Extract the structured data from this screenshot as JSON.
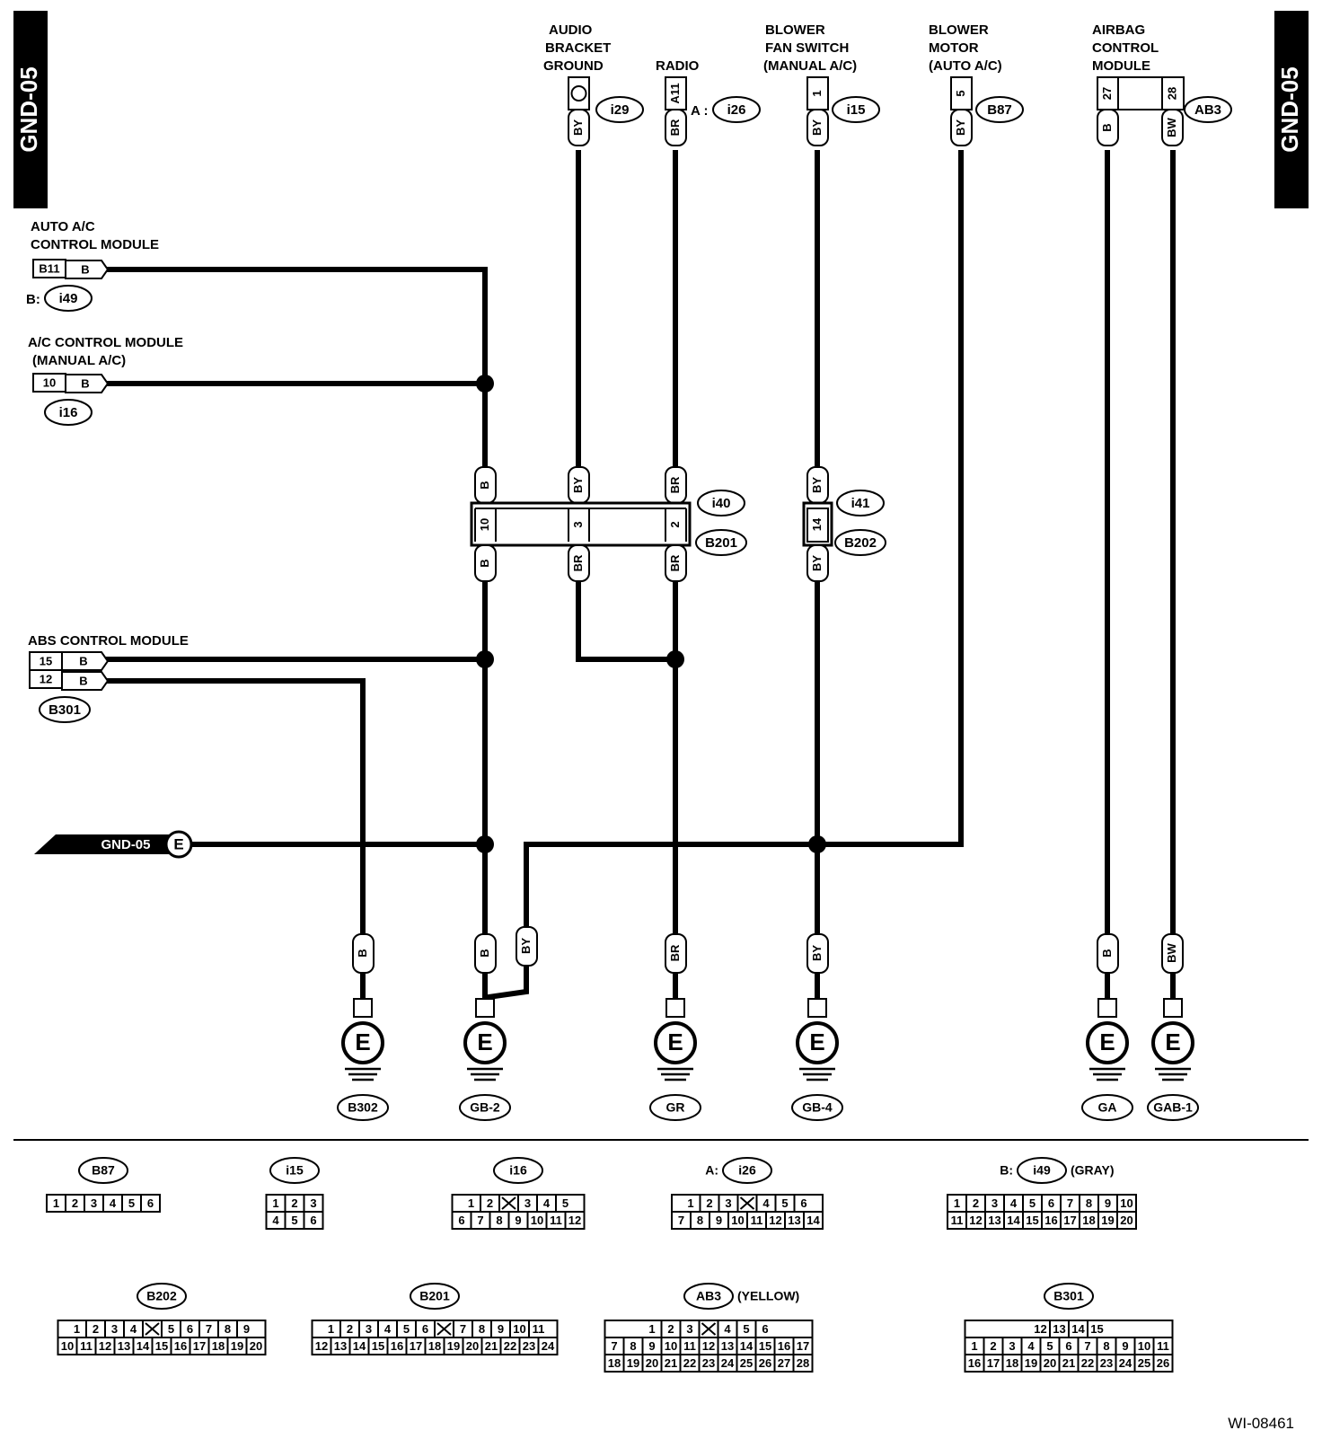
{
  "tab": "GND-05",
  "figure_id": "WI-08461",
  "top_components": [
    {
      "lines": [
        "AUDIO",
        "BRACKET",
        "GROUND"
      ],
      "pin": "",
      "wire": "BY",
      "connector": "i29",
      "prefix": ""
    },
    {
      "lines": [
        "RADIO"
      ],
      "pin": "A11",
      "wire": "BR",
      "connector": "i26",
      "prefix": "A :"
    },
    {
      "lines": [
        "BLOWER",
        "FAN SWITCH",
        "(MANUAL A/C)"
      ],
      "pin": "1",
      "wire": "BY",
      "connector": "i15",
      "prefix": ""
    },
    {
      "lines": [
        "BLOWER",
        "MOTOR",
        "(AUTO A/C)"
      ],
      "pin": "5",
      "wire": "BY",
      "connector": "B87",
      "prefix": ""
    },
    {
      "lines": [
        "AIRBAG",
        "CONTROL",
        "MODULE"
      ],
      "pins": [
        "27",
        "28"
      ],
      "wires": [
        "B",
        "BW"
      ],
      "connector": "AB3"
    }
  ],
  "left_components": [
    {
      "lines": [
        "AUTO A/C",
        "CONTROL MODULE"
      ],
      "pin": "B11",
      "wire": "B",
      "prefix": "B:",
      "connector": "i49"
    },
    {
      "lines": [
        "A/C CONTROL MODULE",
        "(MANUAL A/C)"
      ],
      "pin": "10",
      "wire": "B",
      "prefix": "",
      "connector": "i16"
    },
    {
      "lines": [
        "ABS CONTROL MODULE"
      ],
      "pins": [
        "15",
        "12"
      ],
      "wires": [
        "B",
        "B"
      ],
      "connector": "B301"
    }
  ],
  "junctions": {
    "i40_B201": {
      "upper": "i40",
      "lower": "B201",
      "pins": [
        "10",
        "3",
        "2"
      ],
      "upper_wires": [
        "B",
        "BY",
        "BR"
      ],
      "lower_wires": [
        "B",
        "BR",
        "BR"
      ]
    },
    "i41_B202": {
      "upper": "i41",
      "lower": "B202",
      "pin": "14",
      "upper_wire": "BY",
      "lower_wire": "BY"
    }
  },
  "gnd_in": {
    "label": "GND-05",
    "symbol": "E"
  },
  "ground_wires": [
    "B",
    "B",
    "BY",
    "BR",
    "BY",
    "B",
    "BW"
  ],
  "grounds": [
    "B302",
    "GB-2",
    "GR",
    "GB-4",
    "GA",
    "GAB-1"
  ],
  "ground_symbol": "E",
  "legend": [
    {
      "name": "B87",
      "prefix": "",
      "suffix": "",
      "rows": [
        [
          "1",
          "2",
          "3",
          "4",
          "5",
          "6"
        ]
      ]
    },
    {
      "name": "i15",
      "prefix": "",
      "suffix": "",
      "rows": [
        [
          "1",
          "2",
          "3"
        ],
        [
          "4",
          "5",
          "6"
        ]
      ]
    },
    {
      "name": "i16",
      "prefix": "",
      "suffix": "",
      "rows": [
        [
          "1",
          "2",
          "",
          "3",
          "4",
          "5"
        ],
        [
          "6",
          "7",
          "8",
          "9",
          "10",
          "11",
          "12"
        ]
      ]
    },
    {
      "name": "i26",
      "prefix": "A:",
      "suffix": "",
      "rows": [
        [
          "1",
          "2",
          "3",
          "",
          "4",
          "5",
          "6"
        ],
        [
          "7",
          "8",
          "9",
          "10",
          "11",
          "12",
          "13",
          "14"
        ]
      ]
    },
    {
      "name": "i49",
      "prefix": "B:",
      "suffix": "(GRAY)",
      "rows": [
        [
          "1",
          "2",
          "3",
          "4",
          "5",
          "6",
          "7",
          "8",
          "9",
          "10"
        ],
        [
          "11",
          "12",
          "13",
          "14",
          "15",
          "16",
          "17",
          "18",
          "19",
          "20"
        ]
      ]
    },
    {
      "name": "B202",
      "prefix": "",
      "suffix": "",
      "rows": [
        [
          "1",
          "2",
          "3",
          "4",
          "",
          "5",
          "6",
          "7",
          "8",
          "9"
        ],
        [
          "10",
          "11",
          "12",
          "13",
          "14",
          "15",
          "16",
          "17",
          "18",
          "19",
          "20"
        ]
      ]
    },
    {
      "name": "B201",
      "prefix": "",
      "suffix": "",
      "rows": [
        [
          "1",
          "2",
          "3",
          "4",
          "5",
          "6",
          "",
          "7",
          "8",
          "9",
          "10",
          "11"
        ],
        [
          "12",
          "13",
          "14",
          "15",
          "16",
          "17",
          "18",
          "19",
          "20",
          "21",
          "22",
          "23",
          "24"
        ]
      ]
    },
    {
      "name": "AB3",
      "prefix": "",
      "suffix": "(YELLOW)",
      "rows": [
        [
          "1",
          "2",
          "3",
          "",
          "4",
          "5",
          "6"
        ],
        [
          "7",
          "8",
          "9",
          "10",
          "11",
          "12",
          "13",
          "14",
          "15",
          "16",
          "17"
        ],
        [
          "18",
          "19",
          "20",
          "21",
          "22",
          "23",
          "24",
          "25",
          "26",
          "27",
          "28"
        ]
      ]
    },
    {
      "name": "B301",
      "prefix": "",
      "suffix": "",
      "rows": [
        [
          "12",
          "13",
          "14",
          "15"
        ],
        [
          "1",
          "2",
          "3",
          "4",
          "5",
          "6",
          "7",
          "8",
          "9",
          "10",
          "11"
        ],
        [
          "16",
          "17",
          "18",
          "19",
          "20",
          "21",
          "22",
          "23",
          "24",
          "25",
          "26"
        ]
      ]
    }
  ]
}
